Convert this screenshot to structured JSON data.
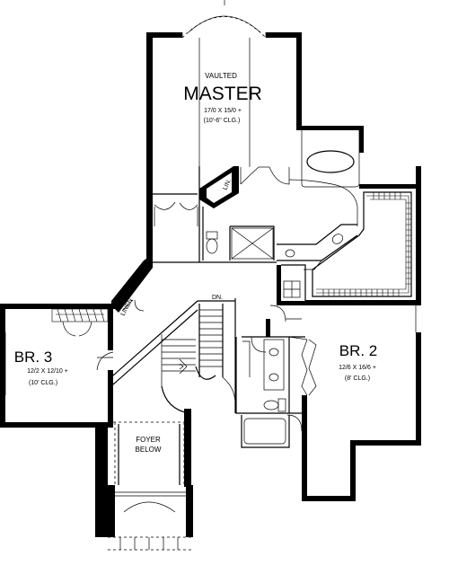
{
  "rooms": {
    "master": {
      "prefix": "VAULTED",
      "name": "MASTER",
      "size": "17/0 X 15/0 +",
      "ceiling": "(10'-6\" CLG.)"
    },
    "br2": {
      "name": "BR. 2",
      "size": "12/6 X 16/6 +",
      "ceiling": "(8' CLG.)"
    },
    "br3": {
      "name": "BR. 3",
      "size": "12/2 X 12/10 +",
      "ceiling": "(10' CLG.)"
    },
    "foyer": {
      "line1": "FOYER",
      "line2": "BELOW"
    }
  },
  "labels": {
    "linen_small": "LIN.",
    "linen": "LINEN",
    "stairs_down": "DN."
  }
}
